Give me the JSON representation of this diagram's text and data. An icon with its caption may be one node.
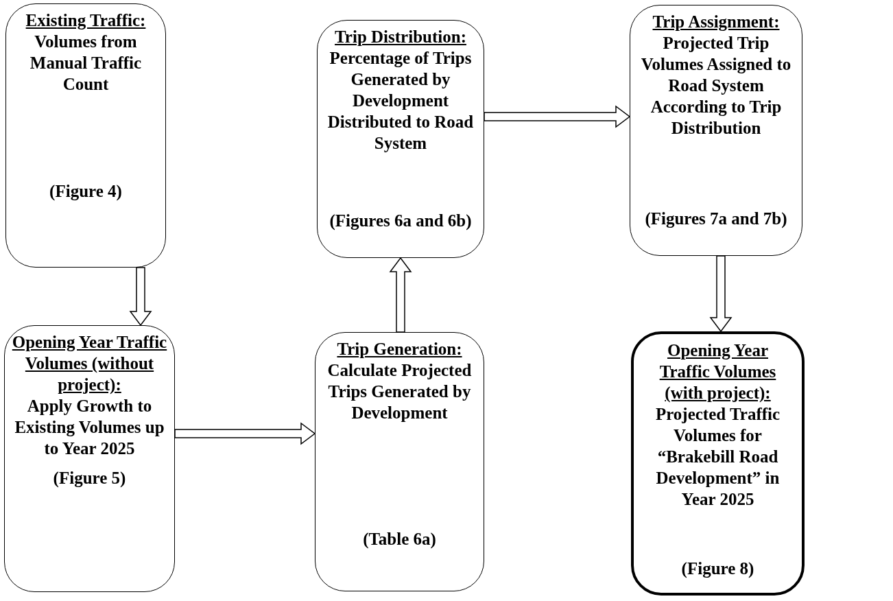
{
  "diagram": {
    "nodes": [
      {
        "text": [
          "Existing Traffic:",
          "Volumes from Manual Traffic Count",
          "(Figure 4)"
        ]
      },
      {
        "text": [
          "Trip Distribution:",
          "Percentage of Trips Generated by Development Distributed to Road System",
          "(Figures 6a and 6b)"
        ]
      },
      {
        "text": [
          "Trip Assignment:",
          "Projected Trip Volumes Assigned to Road System According to Trip Distribution",
          "(Figures 7a and 7b)"
        ]
      },
      {
        "text": [
          "Opening Year Traffic Volumes (without project):",
          "Apply Growth to Existing Volumes up to Year 2025",
          "(Figure 5)"
        ]
      },
      {
        "text": [
          "Trip Generation:",
          "Calculate Projected Trips Generated by Development",
          "(Table 6a)"
        ]
      },
      {
        "text": [
          "Opening Year Traffic Volumes (with project):",
          "Projected Traffic Volumes for “Brakebill Road Development” in Year 2025",
          "(Figure 8)"
        ]
      }
    ],
    "edges": [
      {
        "from": 0,
        "to": 3,
        "arrow": "to"
      },
      {
        "from": 3,
        "to": 4,
        "arrow": "to"
      },
      {
        "from": 4,
        "to": 1,
        "arrow": "to"
      },
      {
        "from": 1,
        "to": 2,
        "arrow": "to"
      },
      {
        "from": 2,
        "to": 5,
        "arrow": "to"
      }
    ]
  }
}
